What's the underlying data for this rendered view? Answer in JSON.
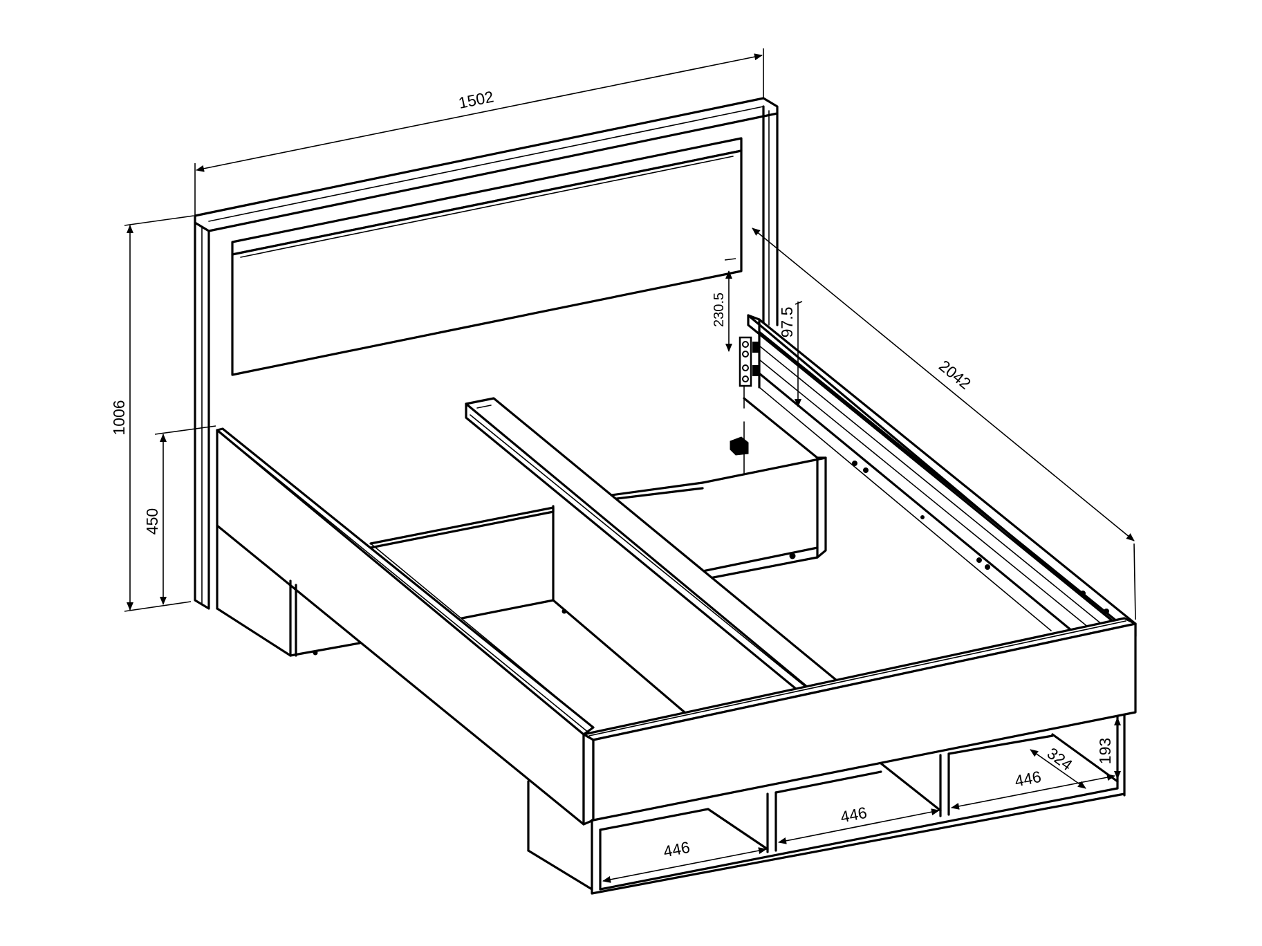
{
  "dimensions": {
    "width": "1502",
    "height_total": "1006",
    "height_frame": "450",
    "length": "2042",
    "hardware_offset": "230.5",
    "rail_offset": "97.5",
    "drawer_height": "193",
    "drawer_depth": "324",
    "cubby_front_left": "446",
    "cubby_front_middle": "446",
    "cubby_right": "446"
  }
}
